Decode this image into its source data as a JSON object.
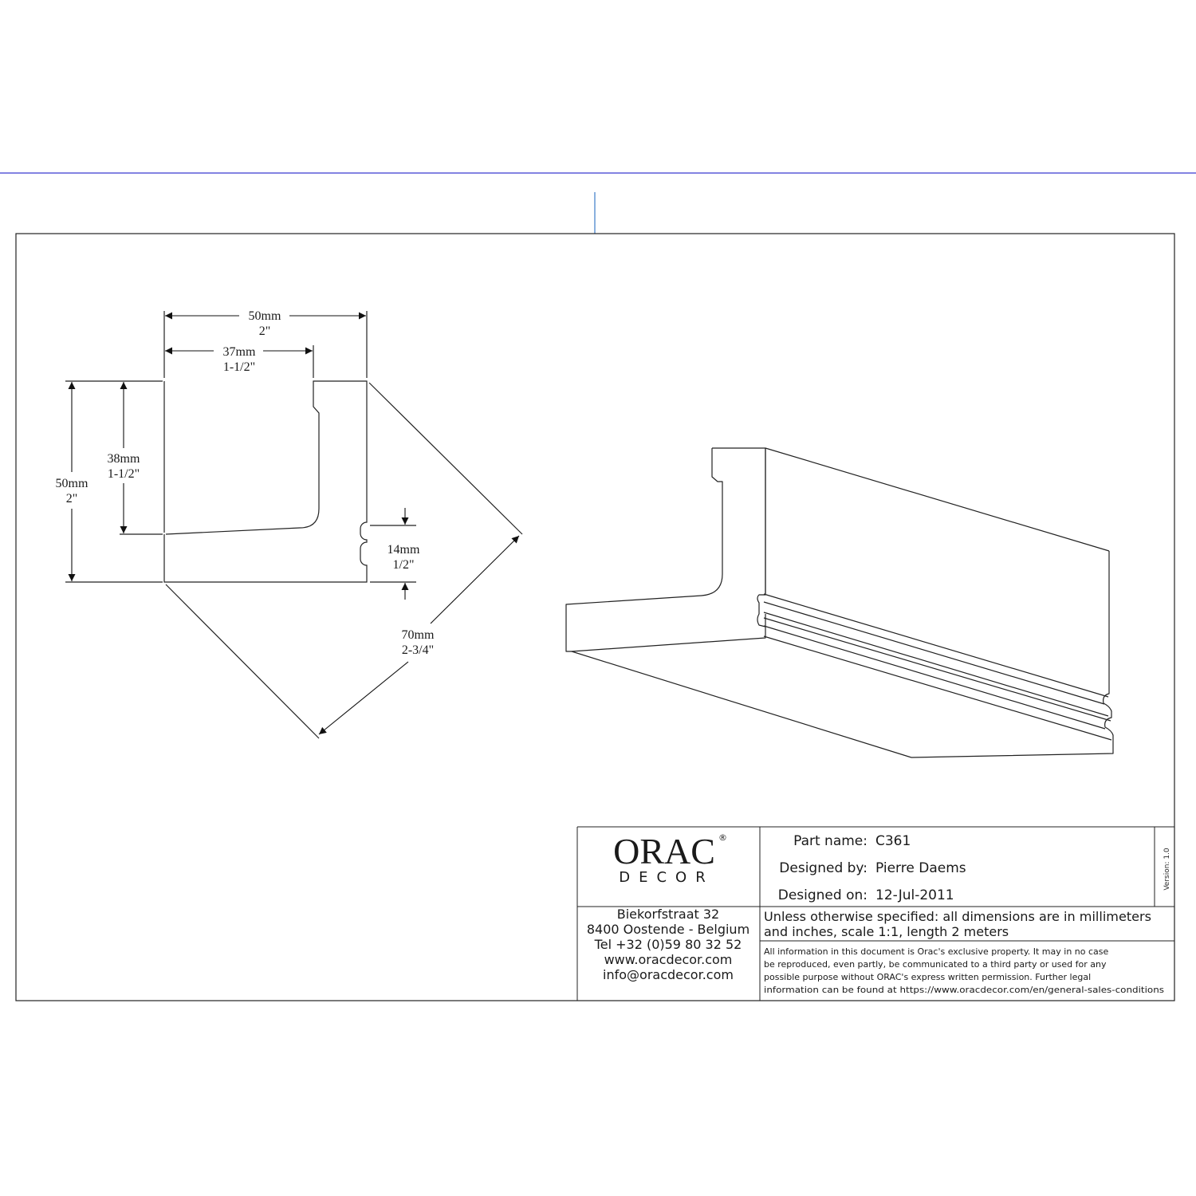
{
  "drawing": {
    "dimensions": {
      "width_total": {
        "mm": "50mm",
        "in": "2\""
      },
      "width_inner": {
        "mm": "37mm",
        "in": "1-1/2\""
      },
      "height_total": {
        "mm": "50mm",
        "in": "2\""
      },
      "height_inner": {
        "mm": "38mm",
        "in": "1-1/2\""
      },
      "groove_height": {
        "mm": "14mm",
        "in": "1/2\""
      },
      "diagonal": {
        "mm": "70mm",
        "in": "2-3/4\""
      }
    }
  },
  "title_block": {
    "logo": {
      "brand": "ORAC",
      "sub": "DECOR",
      "mark": "®"
    },
    "address": [
      "Biekorfstraat 32",
      "8400 Oostende - Belgium",
      "Tel  +32 (0)59 80 32 52",
      "www.oracdecor.com",
      "info@oracdecor.com"
    ],
    "fields": [
      {
        "label": "Part name:",
        "value": "C361"
      },
      {
        "label": "Designed by:",
        "value": "Pierre Daems"
      },
      {
        "label": "Designed on:",
        "value": "12-Jul-2011"
      }
    ],
    "version": "Version: 1.0",
    "spec_lines": [
      "Unless otherwise specified: all dimensions are in millimeters",
      "and inches, scale 1:1, length 2 meters"
    ],
    "legal_lines": [
      "All information in this document is Orac's exclusive property.  It may in no case",
      "be reproduced, even partly, be communicated to a third party or used for any",
      "possible purpose without ORAC's express written permission. Further legal",
      "information can be found at https://www.oracdecor.com/en/general-sales-conditions"
    ]
  }
}
